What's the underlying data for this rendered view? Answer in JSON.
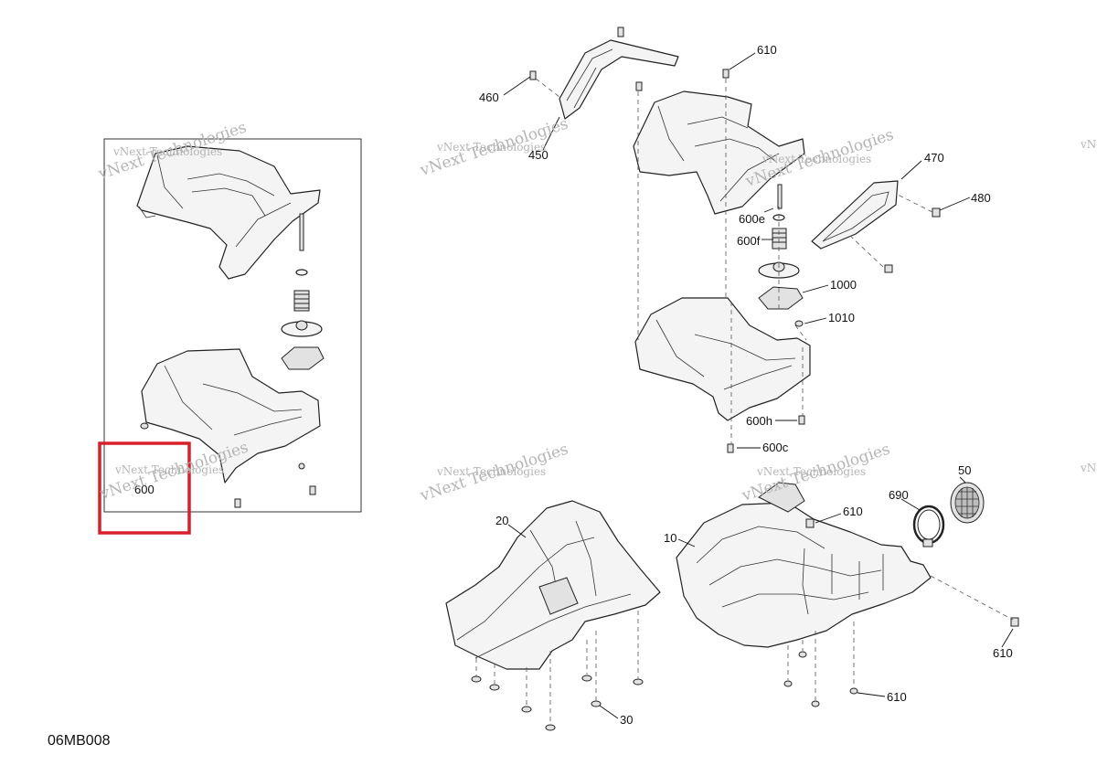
{
  "diagram": {
    "reference_code": "06MB008",
    "watermark": "vNext Technologies",
    "highlight_color": "#d9202a",
    "inset": {
      "part_number": "600"
    },
    "callouts": {
      "c460": "460",
      "c450": "450",
      "c610_top": "610",
      "c470": "470",
      "c480": "480",
      "c600e": "600e",
      "c600f": "600f",
      "c1000": "1000",
      "c1010": "1010",
      "c600h": "600h",
      "c600c": "600c",
      "c20": "20",
      "c30": "30",
      "c10": "10",
      "c610_mid": "610",
      "c690": "690",
      "c50": "50",
      "c610_right": "610",
      "c610_bottom": "610"
    }
  }
}
